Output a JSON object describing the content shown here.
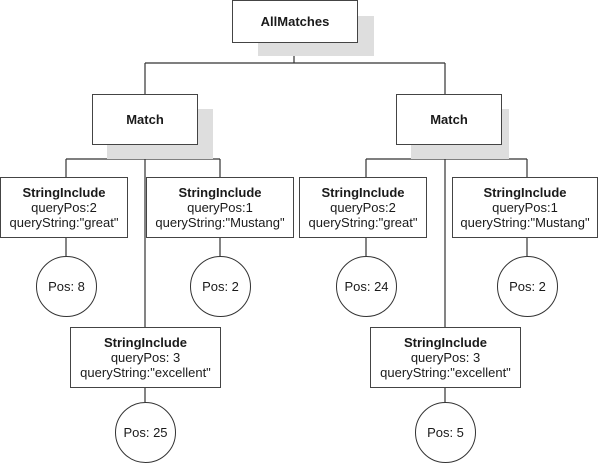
{
  "root": {
    "label": "AllMatches"
  },
  "matches": [
    {
      "label": "Match",
      "string_includes": [
        {
          "title": "StringInclude",
          "query_pos": "queryPos:2",
          "query_string": "queryString:\"great\"",
          "result": "Pos: 8"
        },
        {
          "title": "StringInclude",
          "query_pos": "queryPos:1",
          "query_string": "queryString:\"Mustang\"",
          "result": "Pos: 2"
        },
        {
          "title": "StringInclude",
          "query_pos": "queryPos: 3",
          "query_string": "queryString:\"excellent\"",
          "result": "Pos: 25"
        }
      ]
    },
    {
      "label": "Match",
      "string_includes": [
        {
          "title": "StringInclude",
          "query_pos": "queryPos:2",
          "query_string": "queryString:\"great\"",
          "result": "Pos: 24"
        },
        {
          "title": "StringInclude",
          "query_pos": "queryPos:1",
          "query_string": "queryString:\"Mustang\"",
          "result": "Pos: 2"
        },
        {
          "title": "StringInclude",
          "query_pos": "queryPos: 3",
          "query_string": "queryString:\"excellent\"",
          "result": "Pos: 5"
        }
      ]
    }
  ]
}
